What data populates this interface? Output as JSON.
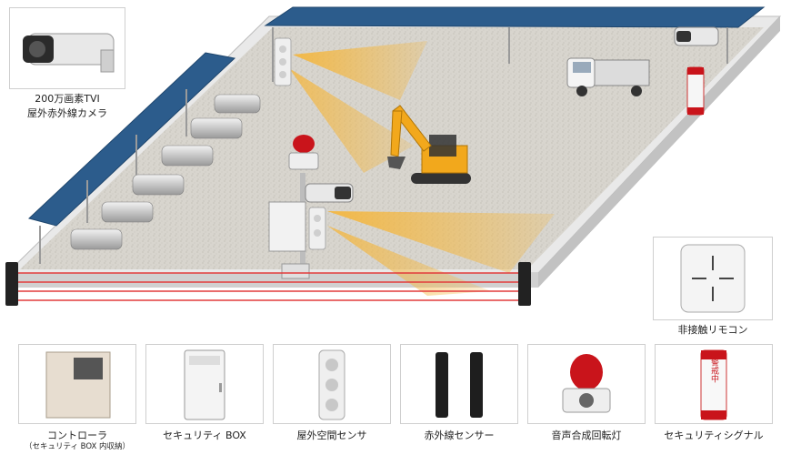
{
  "camera_card": {
    "line1": "200万画素TVI",
    "line2": "屋外赤外線カメラ"
  },
  "remote_card": {
    "label": "非接触リモコン"
  },
  "products": [
    {
      "label": "コントローラ",
      "sublabel": "（セキュリティ BOX 内収納）"
    },
    {
      "label": "セキュリティ BOX"
    },
    {
      "label": "屋外空間センサ"
    },
    {
      "label": "赤外線センサー"
    },
    {
      "label": "音声合成回転灯"
    },
    {
      "label": "セキュリティシグナル"
    }
  ],
  "signal_text": "警戒中",
  "colors": {
    "ground": "#d9d6cf",
    "wall": "#ececec",
    "roof": "#2c5c8c",
    "beam": "#f4b740",
    "laser": "#e23b3b",
    "excavator": "#f2a81c",
    "lamp": "#c9141b"
  },
  "icons": [
    "cctv-camera-icon",
    "remote-control-icon",
    "controller-icon",
    "security-box-icon",
    "space-sensor-icon",
    "infrared-beam-sensor-icon",
    "rotating-lamp-icon",
    "security-signal-icon",
    "excavator-icon",
    "truck-icon",
    "pipe-stack-icon"
  ]
}
